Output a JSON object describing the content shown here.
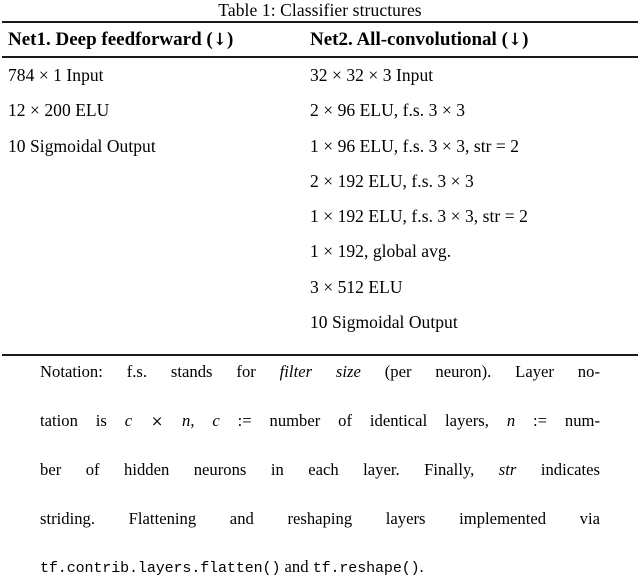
{
  "caption": {
    "label": "Table 1: Classifier structures"
  },
  "table": {
    "columns": [
      {
        "header": "Net1. Deep feedforward (↓)",
        "header_name": "Net1.",
        "header_desc": "Deep feedforward",
        "header_arrow": "↓",
        "rows": [
          "784 × 1 Input",
          "12 × 200 ELU",
          "10 Sigmoidal Output"
        ]
      },
      {
        "header": "Net2. All-convolutional (↓)",
        "header_name": "Net2.",
        "header_desc": "All-convolutional",
        "header_arrow": "↓",
        "rows": [
          "32 × 32 × 3 Input",
          "2 × 96 ELU, f.s. 3 × 3",
          "1 × 96 ELU, f.s. 3 × 3, str = 2",
          "2 × 192 ELU, f.s. 3 × 3",
          "1 × 192 ELU, f.s. 3 × 3, str = 2",
          "1 × 192, global avg.",
          "3 × 512 ELU",
          "10 Sigmoidal Output"
        ]
      }
    ]
  },
  "notation": {
    "line1_a": "Notation:  f.s.   stands for ",
    "line1_italic": "filter size",
    "line1_b": " (per neuron).   Layer no-",
    "line2_a": "tation is ",
    "line2_c1": "c",
    "line2_x": "×",
    "line2_n1": "n",
    "line2_b": ",  ",
    "line2_c2": "c",
    "line2_assign1": " := ",
    "line2_d": "number of identical layers, ",
    "line2_n2": "n",
    "line2_assign2": " := ",
    "line2_e": "num-",
    "line3_a": "ber of hidden neurons in each layer.   Finally, ",
    "line3_italic": "str",
    "line3_b": " indicates",
    "line4": "striding.   Flattening and reshaping layers implemented via",
    "line5_mono1": "tf.contrib.layers.flatten()",
    "line5_and": " and ",
    "line5_mono2": "tf.reshape()",
    "line5_end": "."
  }
}
